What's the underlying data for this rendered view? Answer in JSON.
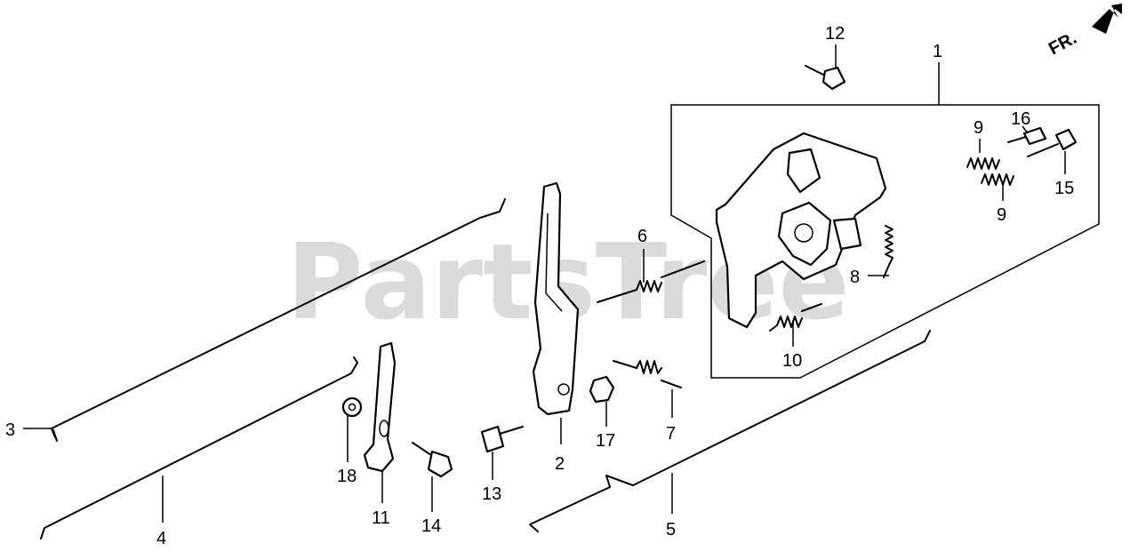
{
  "watermark": "PartsTree",
  "orientation_arrow": {
    "label": "FR."
  },
  "callouts": [
    {
      "id": "1",
      "label": "1"
    },
    {
      "id": "2",
      "label": "2"
    },
    {
      "id": "3",
      "label": "3"
    },
    {
      "id": "4",
      "label": "4"
    },
    {
      "id": "5",
      "label": "5"
    },
    {
      "id": "6",
      "label": "6"
    },
    {
      "id": "7",
      "label": "7"
    },
    {
      "id": "8",
      "label": "8"
    },
    {
      "id": "9a",
      "label": "9"
    },
    {
      "id": "9b",
      "label": "9"
    },
    {
      "id": "10",
      "label": "10"
    },
    {
      "id": "11",
      "label": "11"
    },
    {
      "id": "12",
      "label": "12"
    },
    {
      "id": "13",
      "label": "13"
    },
    {
      "id": "14",
      "label": "14"
    },
    {
      "id": "15",
      "label": "15"
    },
    {
      "id": "16",
      "label": "16"
    },
    {
      "id": "17",
      "label": "17"
    },
    {
      "id": "18",
      "label": "18"
    }
  ]
}
